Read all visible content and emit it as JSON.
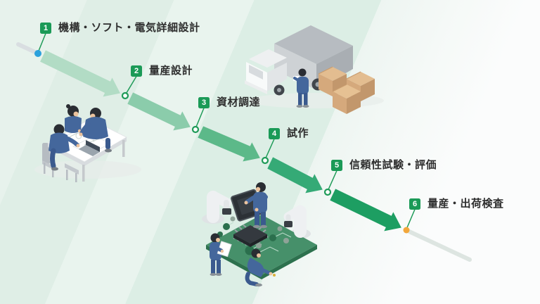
{
  "steps": [
    {
      "num": "1",
      "label": "機構・ソフト・電気詳細設計"
    },
    {
      "num": "2",
      "label": "量産設計"
    },
    {
      "num": "3",
      "label": "資材調達"
    },
    {
      "num": "4",
      "label": "試作"
    },
    {
      "num": "5",
      "label": "信頼性試験・評価"
    },
    {
      "num": "6",
      "label": "量産・出荷検査"
    }
  ],
  "timeline": {
    "badge_color": "#1b9a57",
    "start_marker_color": "#2ba1dc",
    "end_marker_color": "#f2a73b",
    "node_ring_color": "#1f9b58",
    "connector_color": "#1f9b58",
    "arrow_segment_colors": [
      "#b2dcc5",
      "#8bccab",
      "#5cb989",
      "#35aa76",
      "#1d9e62"
    ]
  },
  "illustrations": [
    {
      "name": "design-meeting-illustration"
    },
    {
      "name": "truck-loading-illustration"
    },
    {
      "name": "pcb-assembly-illustration"
    }
  ]
}
